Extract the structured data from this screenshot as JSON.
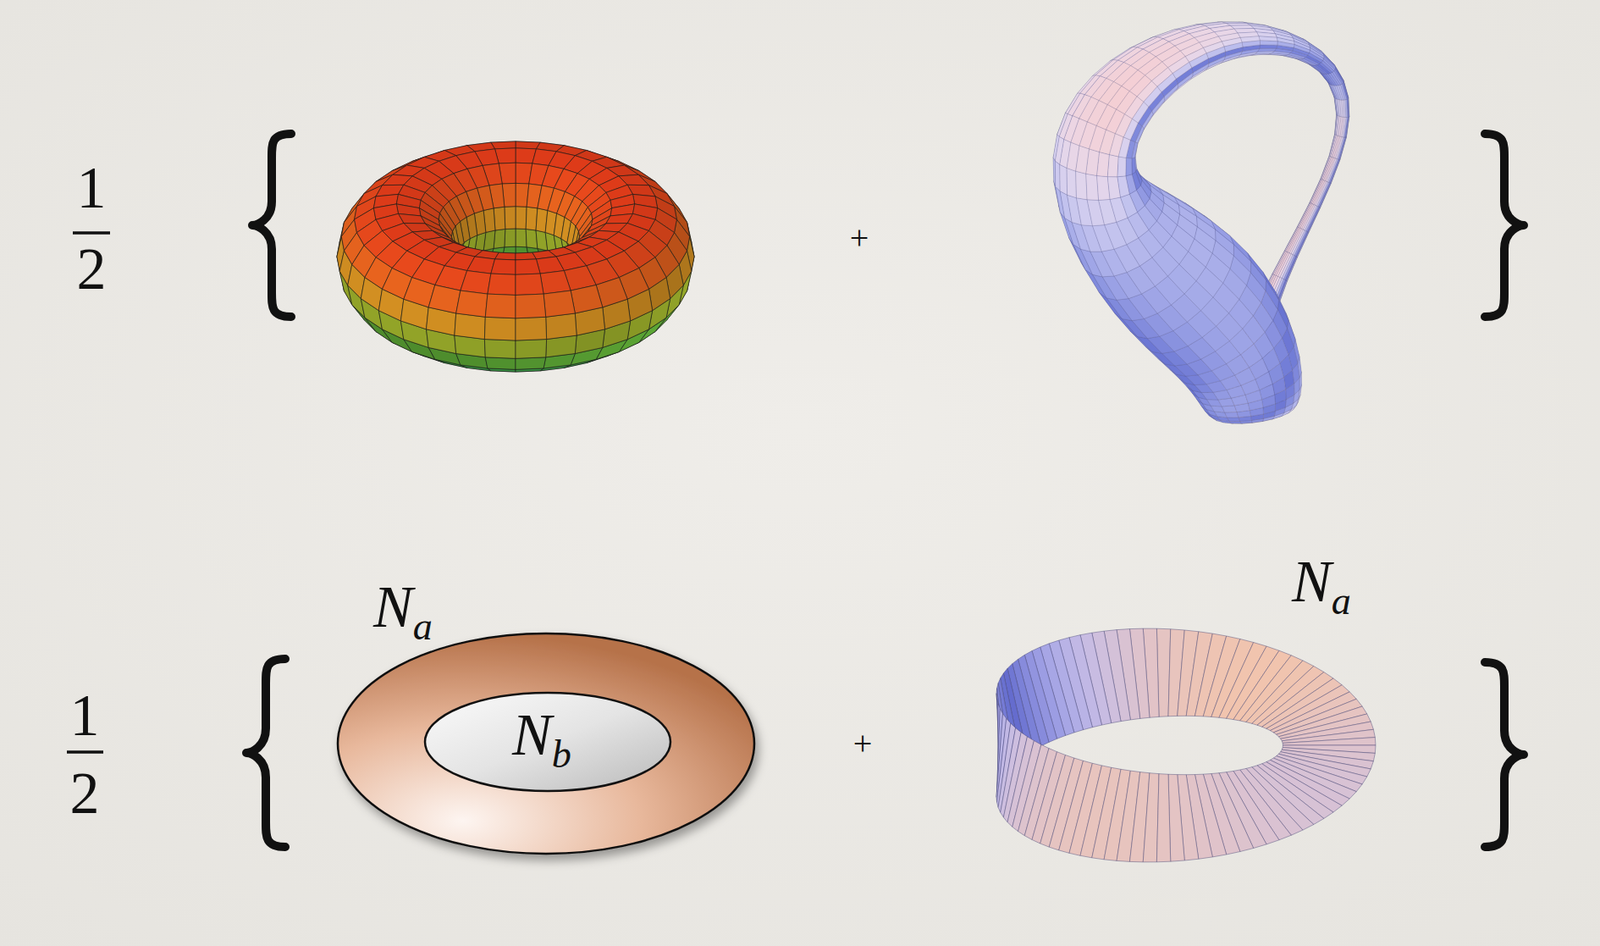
{
  "diagram": {
    "nodes": [
      {
        "text": [
          "N",
          "a"
        ]
      },
      {
        "text": [
          "N",
          "b"
        ],
        "in": 0
      },
      {
        "text": [
          "N",
          "a"
        ]
      }
    ],
    "labels": [
      "1",
      "2",
      "+",
      "1",
      "2",
      "+"
    ]
  }
}
